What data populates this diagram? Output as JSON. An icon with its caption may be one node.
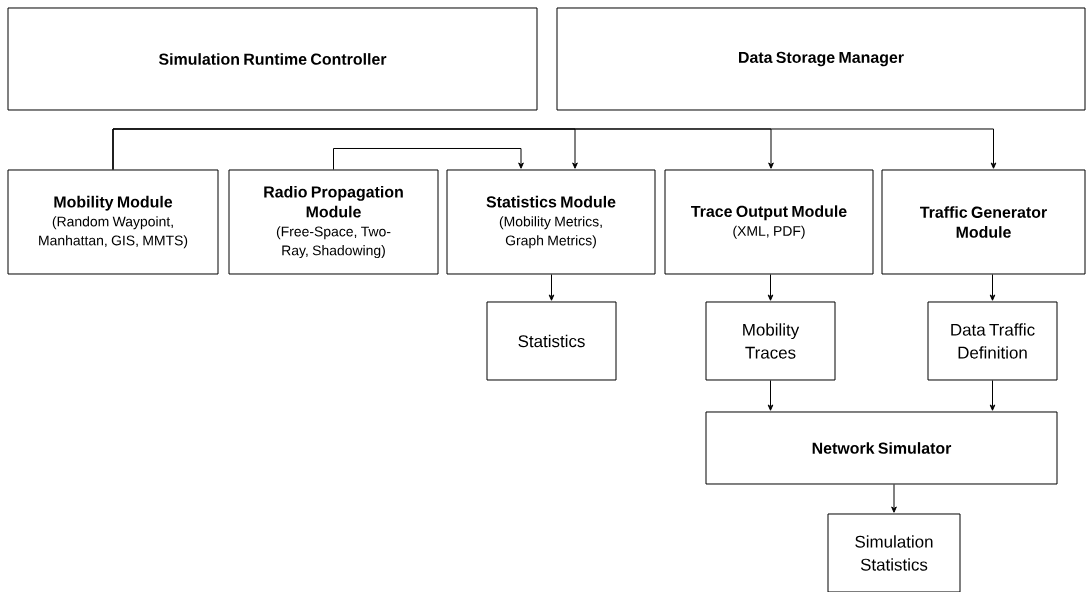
{
  "diagram": {
    "nodes": [
      {
        "text": [
          "Simulation Runtime Controller"
        ]
      },
      {
        "text": [
          "Data Storage Manager"
        ]
      },
      {
        "text": [
          "Mobility Module",
          "(Random Waypoint, Manhattan, GIS, MMTS)"
        ]
      },
      {
        "text": [
          "Radio Propagation Module",
          "(Free-Space, Two-Ray, Shadowing)"
        ]
      },
      {
        "text": [
          "Statistics Module",
          "(Mobility Metrics, Graph Metrics)"
        ]
      },
      {
        "text": [
          "Trace Output Module",
          "(XML, PDF)"
        ]
      },
      {
        "text": [
          "Traffic Generator Module"
        ]
      },
      {
        "text": [
          "Statistics"
        ]
      },
      {
        "text": [
          "Mobility Traces"
        ]
      },
      {
        "text": [
          "Data Traffic Definition"
        ]
      },
      {
        "text": [
          "Network Simulator"
        ]
      },
      {
        "text": [
          "Simulation Statistics"
        ]
      }
    ],
    "edges": [
      {
        "from": 2,
        "to": 4,
        "arrow": "to"
      },
      {
        "from": 2,
        "to": 5,
        "arrow": "to"
      },
      {
        "from": 2,
        "to": 6,
        "arrow": "to"
      },
      {
        "from": 3,
        "to": 4,
        "arrow": "to"
      },
      {
        "from": 4,
        "to": 7,
        "arrow": "to"
      },
      {
        "from": 5,
        "to": 8,
        "arrow": "to"
      },
      {
        "from": 6,
        "to": 9,
        "arrow": "to"
      },
      {
        "from": 8,
        "to": 10,
        "arrow": "to"
      },
      {
        "from": 9,
        "to": 10,
        "arrow": "to"
      },
      {
        "from": 10,
        "to": 11,
        "arrow": "to"
      }
    ]
  }
}
